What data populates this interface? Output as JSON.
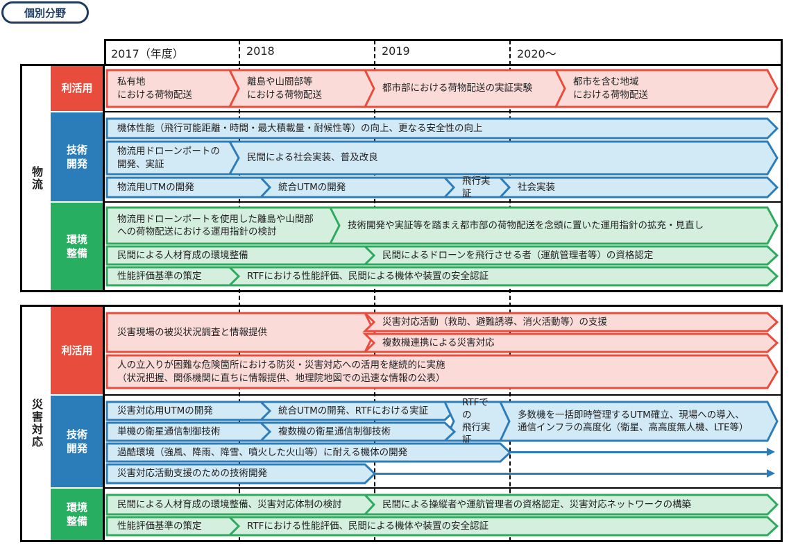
{
  "header": {
    "tag": "個別分野"
  },
  "years": [
    "2017（年度）",
    "2018",
    "2019",
    "2020～"
  ],
  "colors": {
    "red": "#e84c3d",
    "blue": "#2e7dbb",
    "green": "#27ae60"
  },
  "sections": [
    {
      "label": "物流",
      "groups": [
        {
          "label": "利活用",
          "items": [
            "私有地\nにおける荷物配送",
            "離島や山間部等\nにおける荷物配送",
            "都市部における荷物配送の実証実験",
            "都市を含む地域\nにおける荷物配送"
          ]
        },
        {
          "label": "技術\n開発",
          "items": [
            "機体性能（飛行可能距離・時間・最大積載量・耐候性等）の向上、更なる安全性の向上",
            "物流用ドローンポートの\n開発、実証",
            "民間による社会実装、普及改良",
            "物流用UTMの開発",
            "統合UTMの開発",
            "飛行実証",
            "社会実装"
          ]
        },
        {
          "label": "環境\n整備",
          "items": [
            "物流用ドローンポートを使用した離島や山間部\nへの荷物配送における運用指針の検討",
            "技術開発や実証等を踏まえ都市部の荷物配送を念頭に置いた運用指針の拡充・見直し",
            "民間による人材育成の環境整備",
            "民間によるドローンを飛行させる者（運航管理者等）の資格認定",
            "性能評価基準の策定",
            "RTFにおける性能評価、民間による機体や装置の安全認証"
          ]
        }
      ]
    },
    {
      "label": "災害対応",
      "groups": [
        {
          "label": "利活用",
          "items": [
            "災害現場の被災状況調査と情報提供",
            "災害対応活動（救助、避難誘導、消火活動等）の支援",
            "複数機連携による災害対応",
            "人の立入りが困難な危険箇所における防災・災害対応への活用を継続的に実施\n（状況把握、関係機関に直ちに情報提供、地理院地図での迅速な情報の公表）"
          ]
        },
        {
          "label": "技術\n開発",
          "items": [
            "災害対応用UTMの開発",
            "統合UTMの開発、RTFにおける実証",
            "RTFでの\n飛行実証",
            "多数機を一括即時管理するUTM確立、現場への導入、\n通信インフラの高度化（衛星、高高度無人機、LTE等）",
            "単機の衛星通信制御技術",
            "複数機の衛星通信制御技術",
            "過酷環境（強風、降雨、降雪、噴火した火山等）に耐える機体の開発",
            "災害対応活動支援のための技術開発"
          ]
        },
        {
          "label": "環境\n整備",
          "items": [
            "民間による人材育成の環境整備、災害対応体制の検討",
            "民間による操縦者や運航管理者の資格認定、災害対応ネットワークの構築",
            "性能評価基準の策定",
            "RTFにおける性能評価、民間による機体や装置の安全認証"
          ]
        }
      ]
    }
  ]
}
